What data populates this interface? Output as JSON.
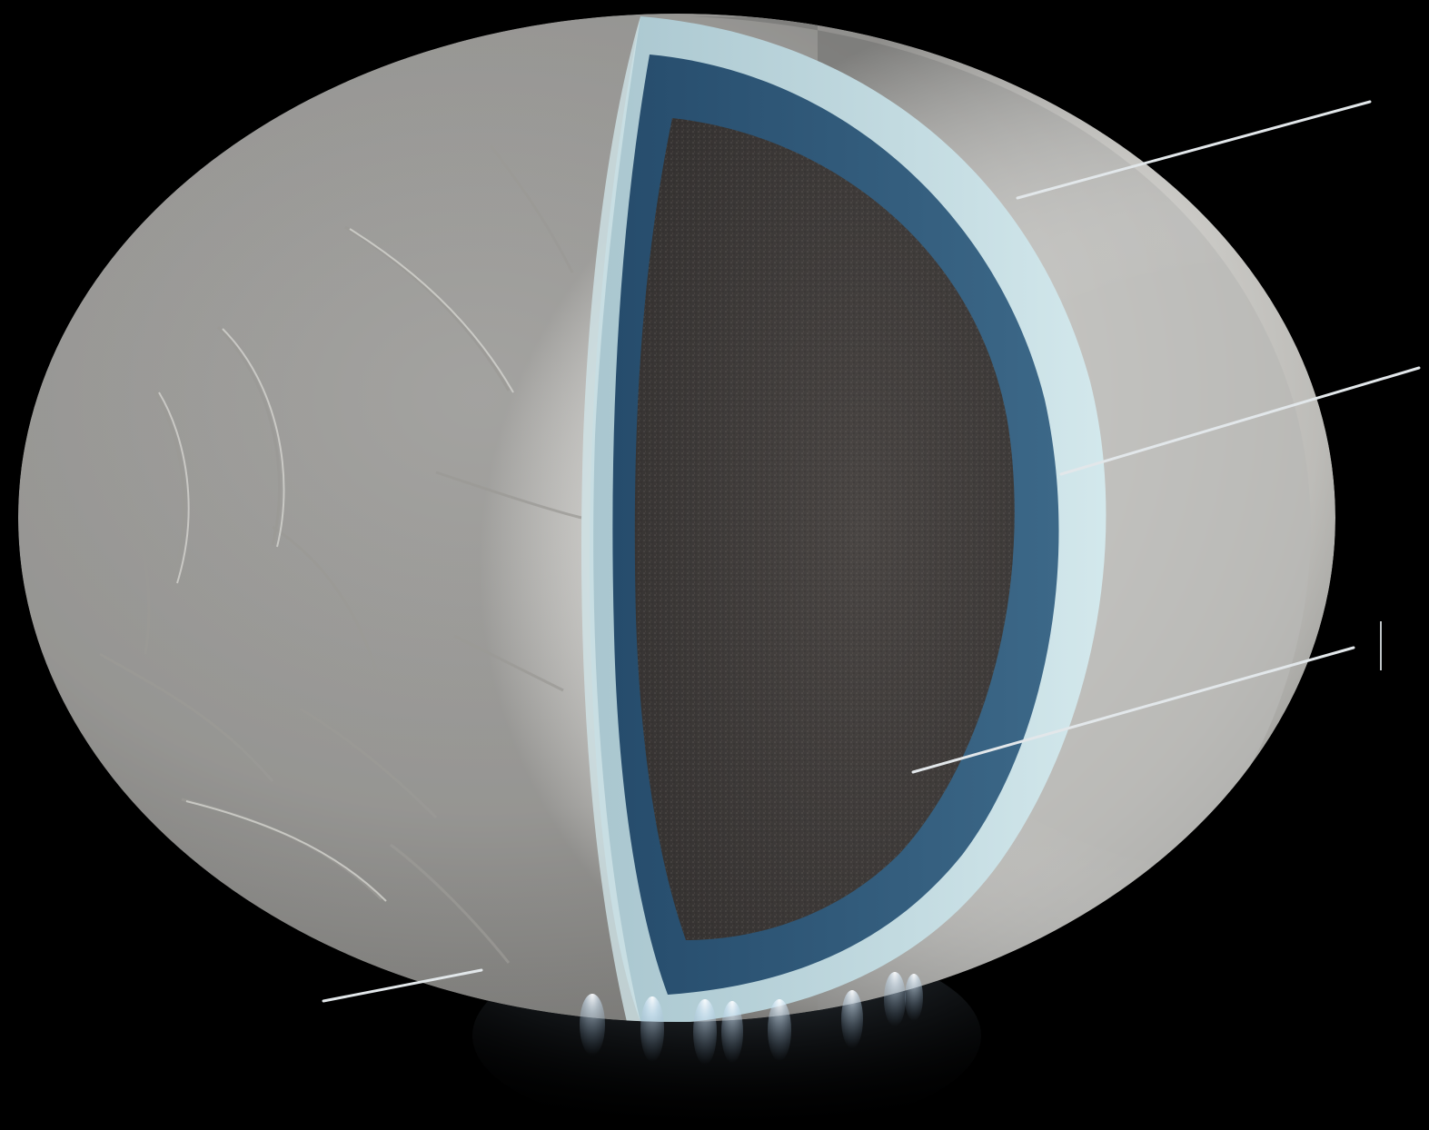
{
  "diagram": {
    "colors": {
      "background": "#000000",
      "surface_light": "#f1f0ec",
      "surface_shadow": "#8f8f8c",
      "ice_shell": "#c4dde2",
      "ocean": "#2f5878",
      "rocky_core": "#3f3c3a",
      "leader_line": "#e2e7ea",
      "plume": "#dff0ff"
    },
    "layers": [
      "ice-shell",
      "ocean",
      "rocky-core"
    ],
    "leader_lines": [
      "ice-shell",
      "ocean",
      "rocky-core",
      "south-polar-fracture"
    ],
    "plume_count": 8
  }
}
